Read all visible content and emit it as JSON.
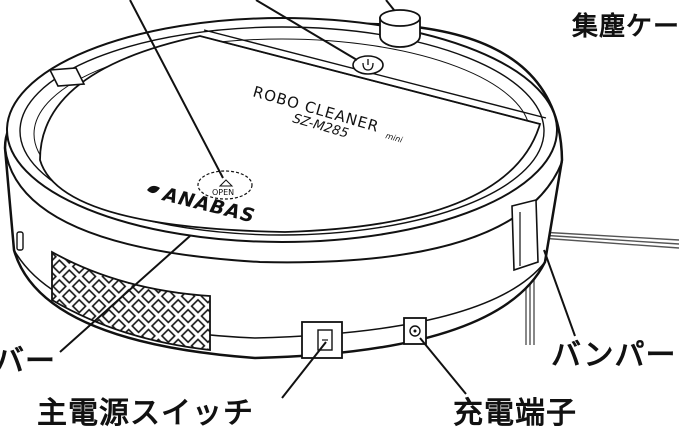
{
  "labels": {
    "dust_case": "集塵ケー",
    "top_cover": "バー",
    "bumper": "バンパー",
    "main_power_switch": "主電源スイッチ",
    "charging_terminal": "充電端子"
  },
  "device": {
    "model_line1": "ROBO CLEANER",
    "model_suffix": "mini",
    "model_line2": "SZ-M285",
    "brand": "ANABAS",
    "open_mark": "OPEN"
  }
}
